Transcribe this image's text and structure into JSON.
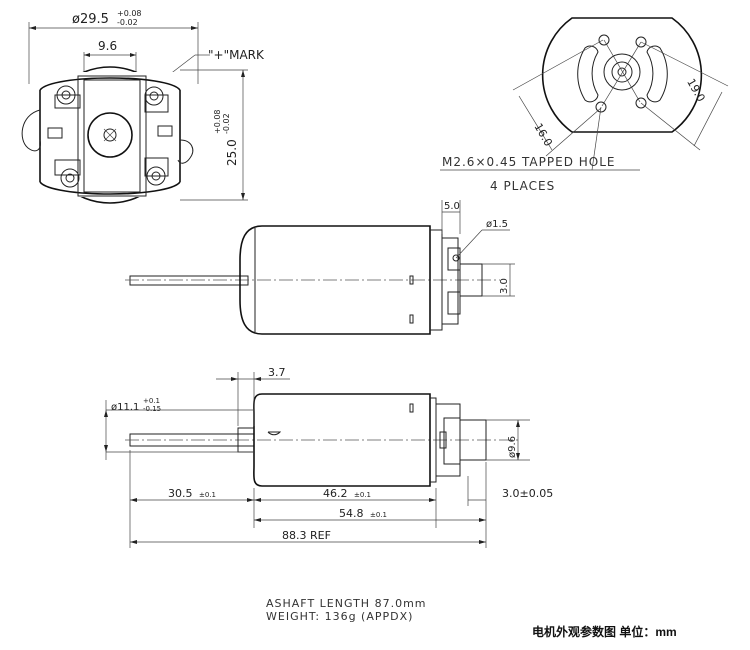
{
  "front_view": {
    "diameter_label": "ø29.5",
    "diameter_tol_upper": "+0.08",
    "diameter_tol_lower": "-0.02",
    "width_label": "9.6",
    "mark_label": "\"+\"MARK",
    "height_label": "25.0",
    "height_tol_upper": "+0.08",
    "height_tol_lower": "-0.02"
  },
  "rear_view": {
    "dim_left": "16.0",
    "dim_right": "19.0",
    "tapped_hole": "M2.6×0.45 TAPPED HOLE",
    "places": "4 PLACES"
  },
  "top_side_view": {
    "dim_width": "5.0",
    "dim_hole": "ø1.5",
    "dim_height": "3.0"
  },
  "side_view": {
    "dim_37": "3.7",
    "dim_body_dia": "ø11.1",
    "dim_body_tol_upper": "+0.1",
    "dim_body_tol_lower": "-0.15",
    "dim_boss_dia": "ø9.6",
    "dim_shaft": "30.5",
    "dim_shaft_tol": "±0.1",
    "dim_body": "46.2",
    "dim_body_len_tol": "±0.1",
    "dim_boss": "3.0±0.05",
    "dim_total_body": "54.8",
    "dim_total_body_tol": "±0.1",
    "dim_ref": "88.3 REF"
  },
  "notes": {
    "shaft_length": "ASHAFT LENGTH 87.0mm",
    "weight": "WEIGHT: 136g (APPDX)"
  },
  "caption": "电机外观参数图 单位：mm"
}
